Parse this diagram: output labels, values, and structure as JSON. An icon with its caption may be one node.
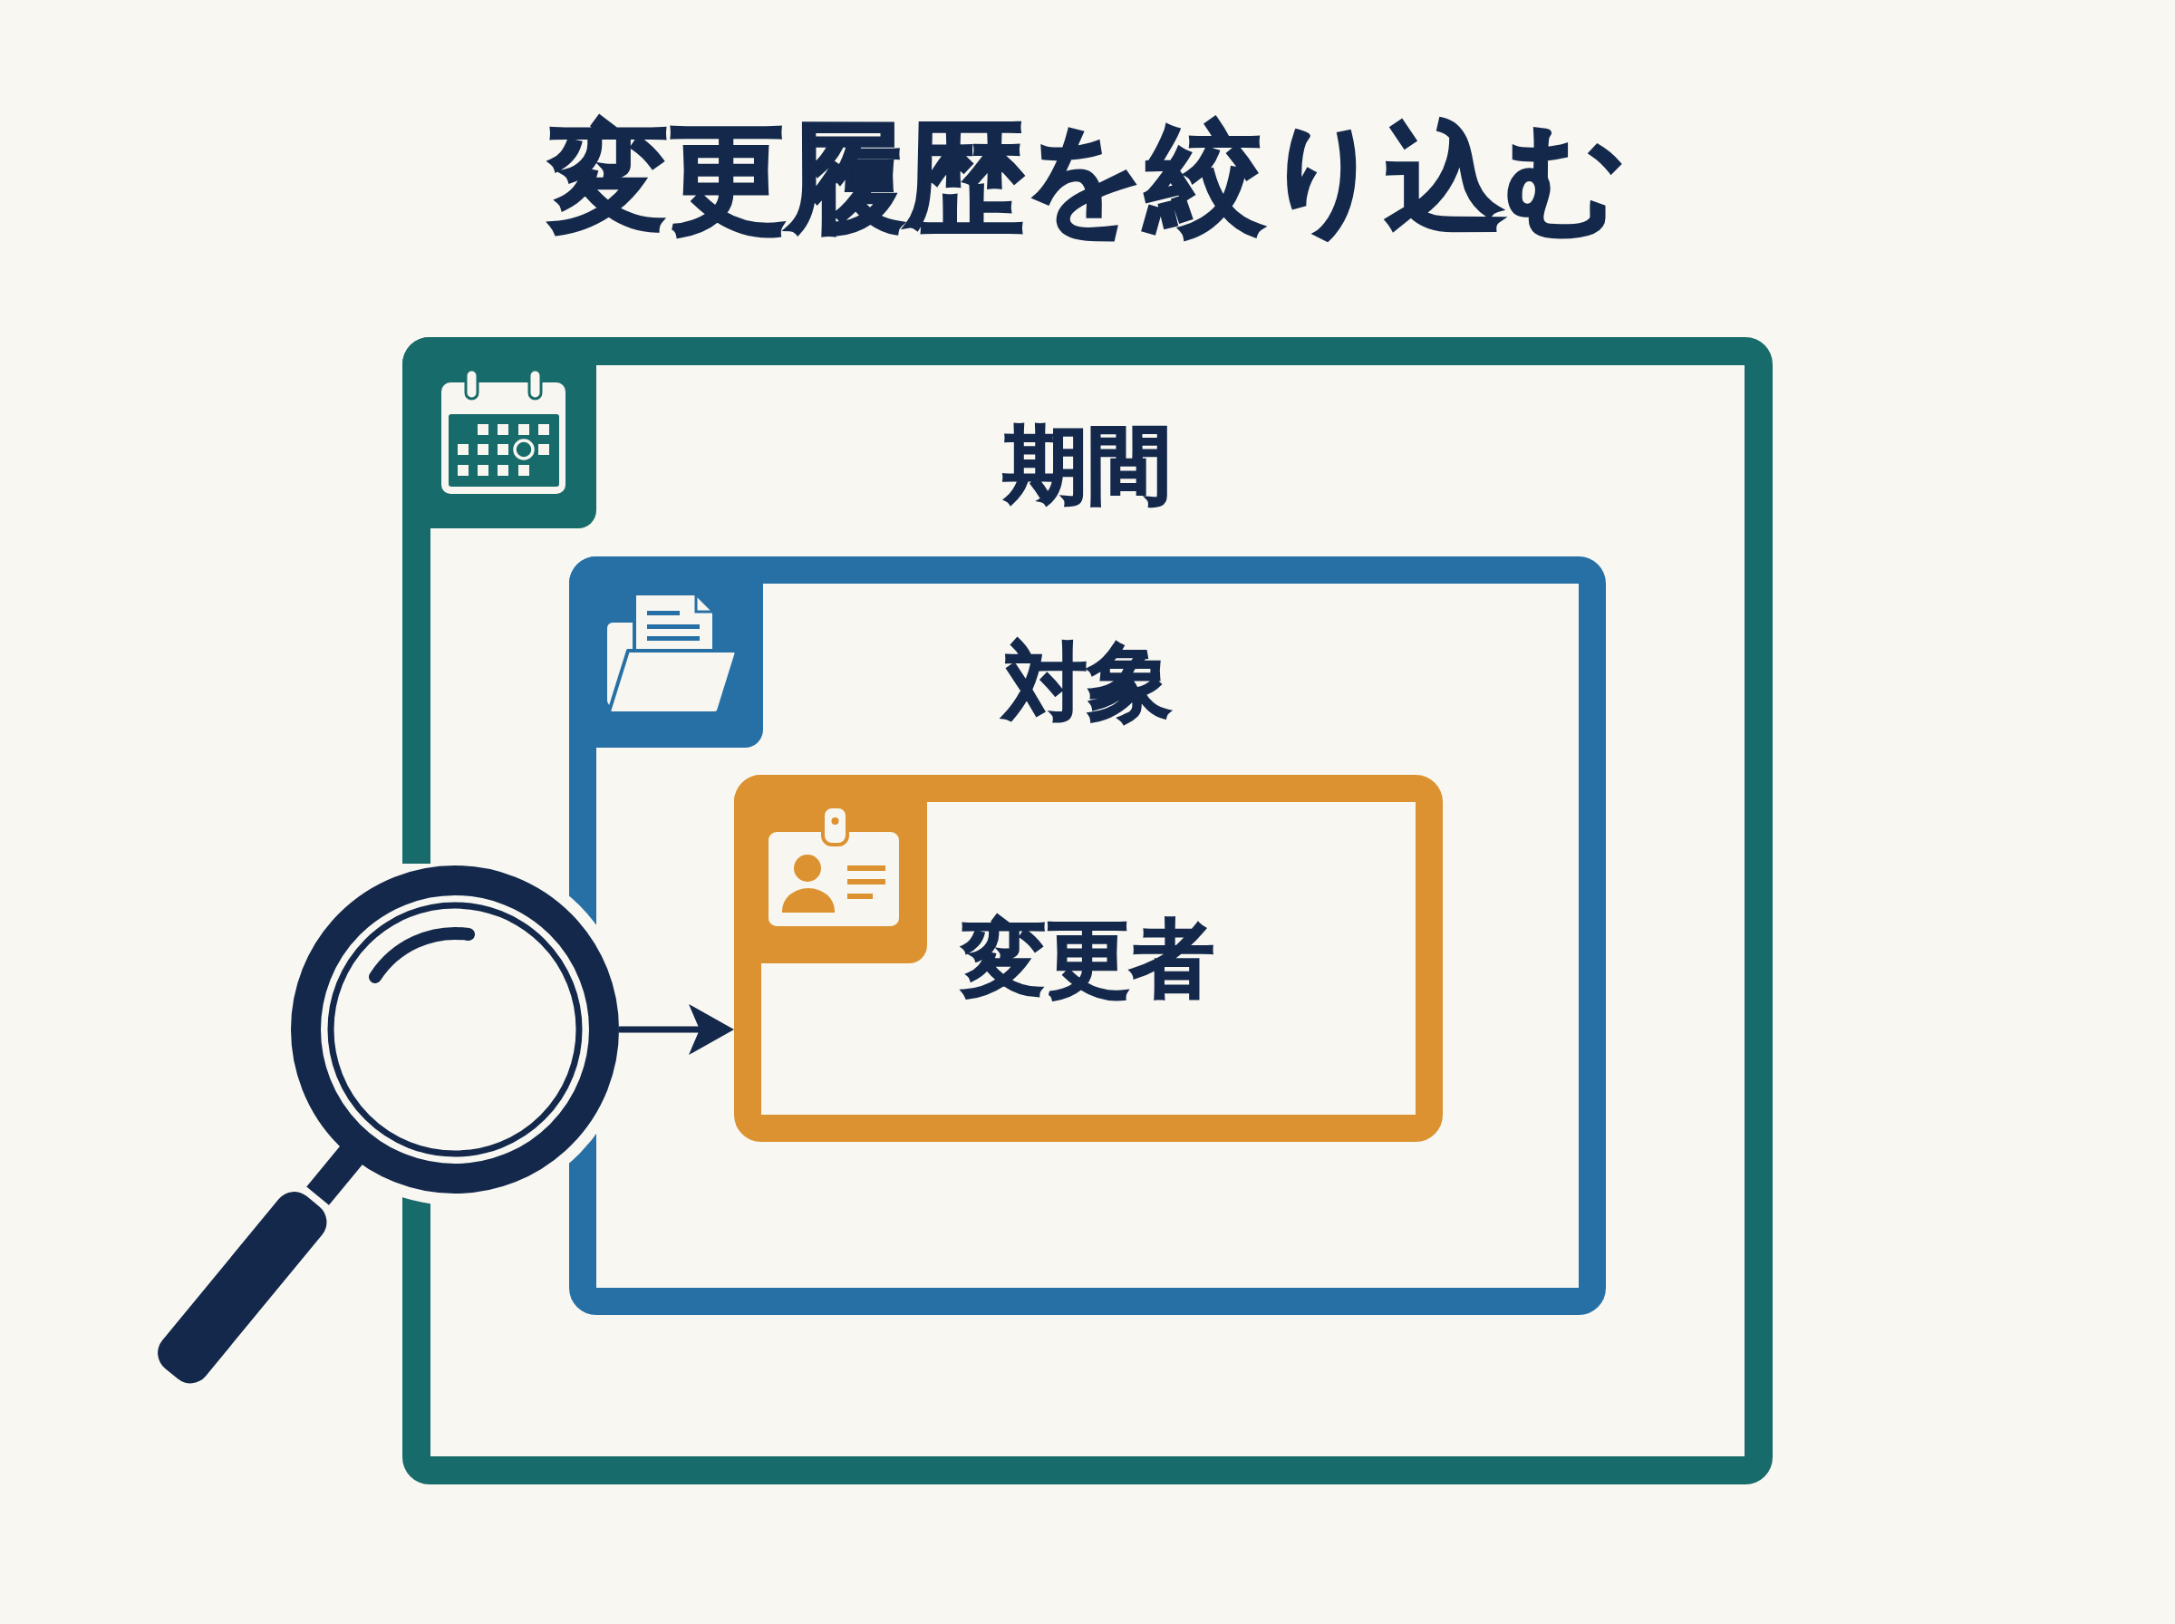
{
  "diagram": {
    "title": "変更履歴を絞り込む",
    "nodes": [
      {
        "text": [
          "期間"
        ]
      },
      {
        "text": [
          "対象"
        ],
        "in": 0
      },
      {
        "text": [
          "変更者"
        ],
        "in": 1
      },
      {
        "text": [],
        "shape": "picture"
      }
    ],
    "edges": [
      {
        "from": 3,
        "to": 2,
        "arrow": "to"
      }
    ]
  }
}
